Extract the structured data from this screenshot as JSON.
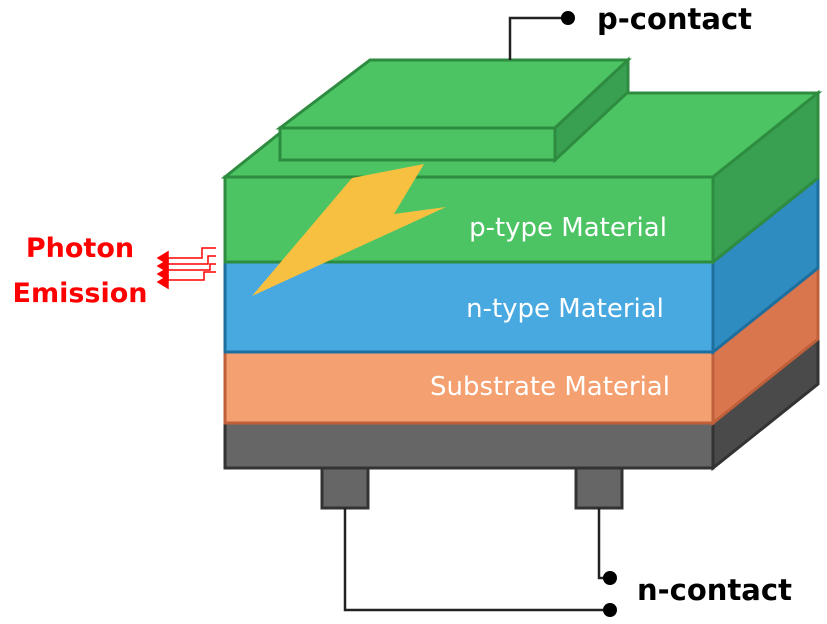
{
  "labels": {
    "p_contact": "p-contact",
    "n_contact": "n-contact",
    "photon_line1": "Photon",
    "photon_line2": "Emission",
    "p_type": "p-type Material",
    "n_type": "n-type Material",
    "substrate": "Substrate Material"
  },
  "colors": {
    "p_type": "#4cc464",
    "n_type": "#48a8e0",
    "substrate": "#f4a070",
    "base": "#606060",
    "photon": "#ff0000",
    "bolt": "#f8c040"
  }
}
